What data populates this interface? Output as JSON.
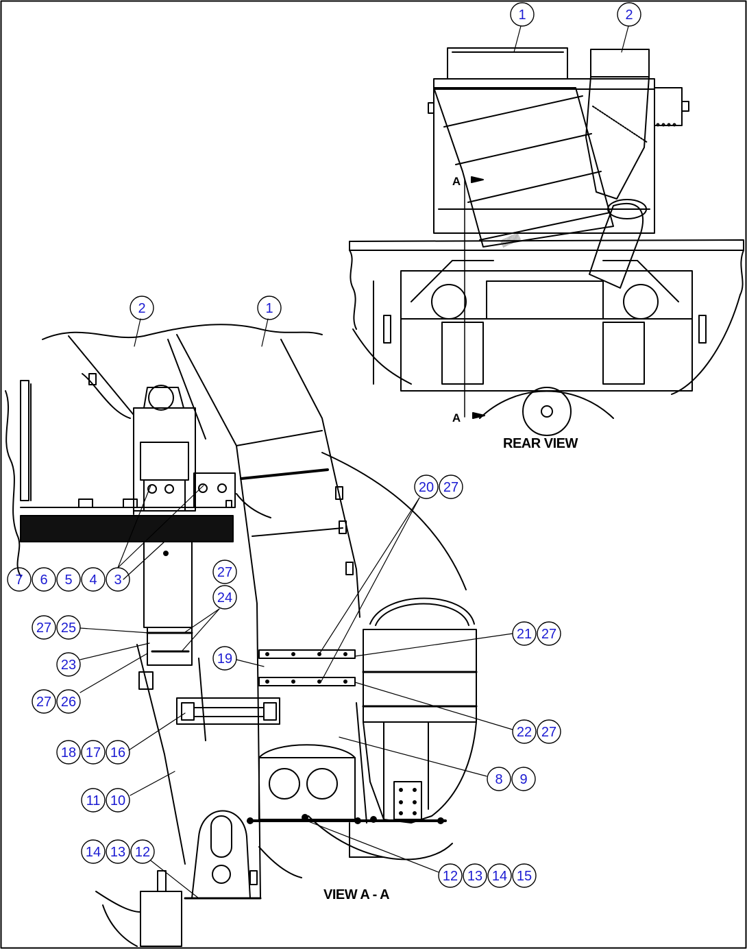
{
  "labels": {
    "rear_view": "REAR VIEW",
    "view_aa": "VIEW A - A",
    "section_marker_top": "A",
    "section_marker_bottom": "A"
  },
  "colors": {
    "callout_text": "#1a1ad2",
    "line": "#000000",
    "fill_dark": "#111111"
  },
  "callouts": {
    "c1_top": "1",
    "c2_top": "2",
    "c2_left": "2",
    "c1_left": "1",
    "c7": "7",
    "c6": "6",
    "c5": "5",
    "c4": "4",
    "c3": "3",
    "c27_a": "27",
    "c24": "24",
    "c27_b": "27",
    "c25": "25",
    "c23": "23",
    "c27_c": "27",
    "c26": "26",
    "c19": "19",
    "c20": "20",
    "c27_d": "27",
    "c21": "21",
    "c27_e": "27",
    "c22": "22",
    "c27_f": "27",
    "c18": "18",
    "c17": "17",
    "c16": "16",
    "c8": "8",
    "c9": "9",
    "c11": "11",
    "c10": "10",
    "c14_a": "14",
    "c13_a": "13",
    "c12_a": "12",
    "c12_b": "12",
    "c13_b": "13",
    "c14_b": "14",
    "c15": "15"
  }
}
